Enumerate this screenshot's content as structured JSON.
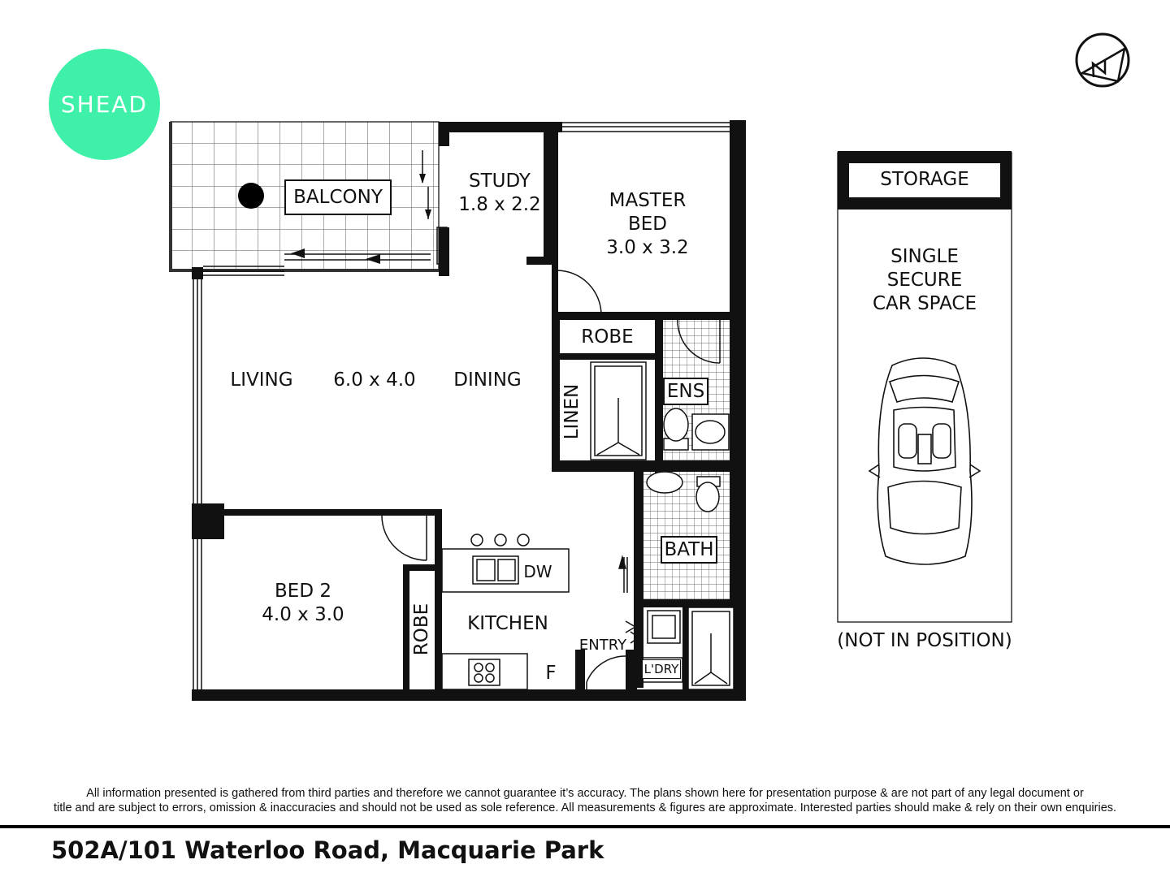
{
  "brand": {
    "logo_text": "SHEAD",
    "logo_color": "#3ef0a8"
  },
  "compass": {
    "label": "N"
  },
  "rooms": {
    "balcony": "BALCONY",
    "study": {
      "name": "STUDY",
      "size": "1.8 x 2.2"
    },
    "master": {
      "name": "MASTER",
      "name2": "BED",
      "size": "3.0 x 3.2"
    },
    "robe_master": "ROBE",
    "ensuite": "ENS",
    "linen": "LINEN",
    "living": "LIVING",
    "living_size": "6.0 x 4.0",
    "dining": "DINING",
    "bed2": {
      "name": "BED 2",
      "size": "4.0 x 3.0"
    },
    "robe_bed2": "ROBE",
    "dishwasher": "DW",
    "kitchen": "KITCHEN",
    "fridge": "F",
    "entry": "ENTRY",
    "bath": "BATH",
    "laundry": "L'DRY"
  },
  "parking": {
    "storage": "STORAGE",
    "line1": "SINGLE",
    "line2": "SECURE",
    "line3": "CAR SPACE",
    "note": "(NOT IN POSITION)"
  },
  "disclaimer": {
    "line1": "All information presented is gathered from third parties and therefore we cannot guarantee it’s accuracy. The plans shown here for presentation purpose & are not part of any legal document or",
    "line2": "title and are subject to errors, omission & inaccuracies and should not be used as sole reference. All measurements & figures are approximate. Interested parties should make & rely on their own enquiries."
  },
  "address": "502A/101 Waterloo Road, Macquarie Park"
}
